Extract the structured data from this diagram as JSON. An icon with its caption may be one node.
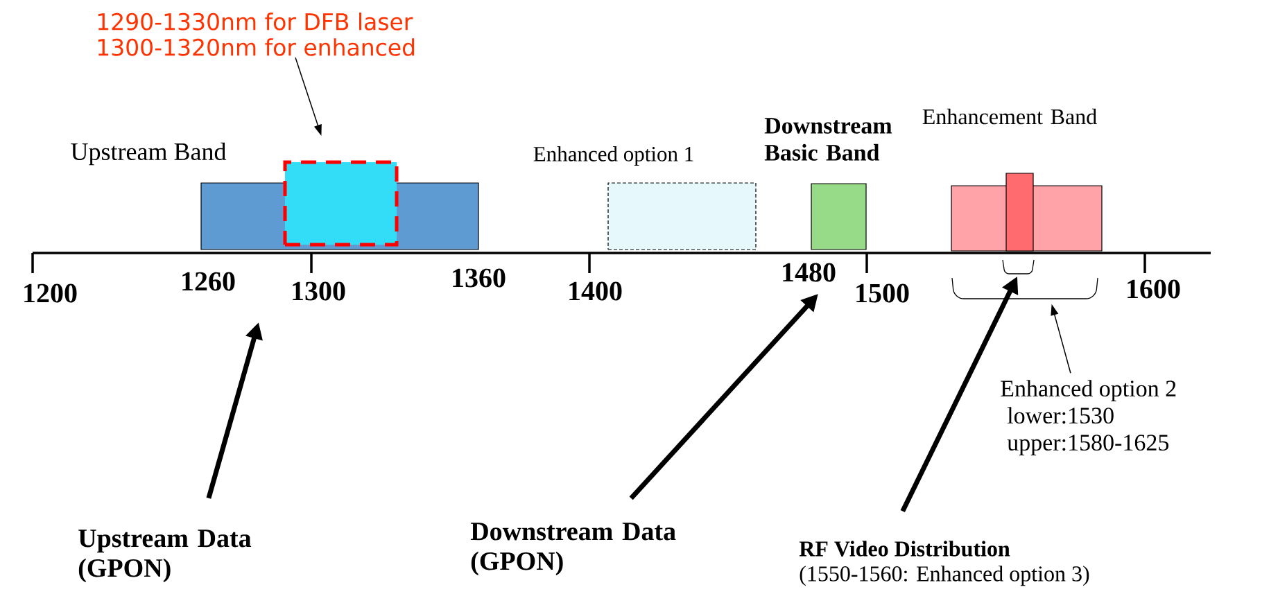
{
  "diagram": {
    "nodes": [
      {
        "text": [
          "1290-1330nm for DFB laser",
          "1300-1320nm for enhanced"
        ]
      },
      {
        "text": [
          "Upstream Band"
        ]
      },
      {
        "text": [],
        "shape": "box"
      },
      {
        "text": [
          "Enhanced option 1"
        ]
      },
      {
        "text": [
          "Downstream Basic Band"
        ]
      },
      {
        "text": [
          "Enhancement Band"
        ]
      },
      {
        "text": [],
        "shape": "bar"
      },
      {
        "text": [],
        "shape": "bracket"
      },
      {
        "text": [],
        "shape": "bracket"
      },
      {
        "text": [
          "Enhanced option 2",
          "lower:1530",
          "upper:1580-1625"
        ]
      },
      {
        "text": [
          "Upstream Data (GPON)"
        ]
      },
      {
        "text": [
          "Downstream Data (GPON)"
        ]
      },
      {
        "text": [
          "RF Video Distribution",
          "(1550-1560: Enhanced option 3)"
        ]
      }
    ],
    "edges": [
      {
        "from": 0,
        "to": 2,
        "arrow": "to"
      },
      {
        "from": 9,
        "to": 8,
        "arrow": "to"
      },
      {
        "from": 10,
        "to": null,
        "arrow": "to"
      },
      {
        "from": 11,
        "to": null,
        "arrow": "to"
      },
      {
        "from": 12,
        "to": 7,
        "arrow": "to"
      }
    ],
    "labels": [
      "1200",
      "1260",
      "1300",
      "1360",
      "1400",
      "1480",
      "1500",
      "1600"
    ]
  }
}
